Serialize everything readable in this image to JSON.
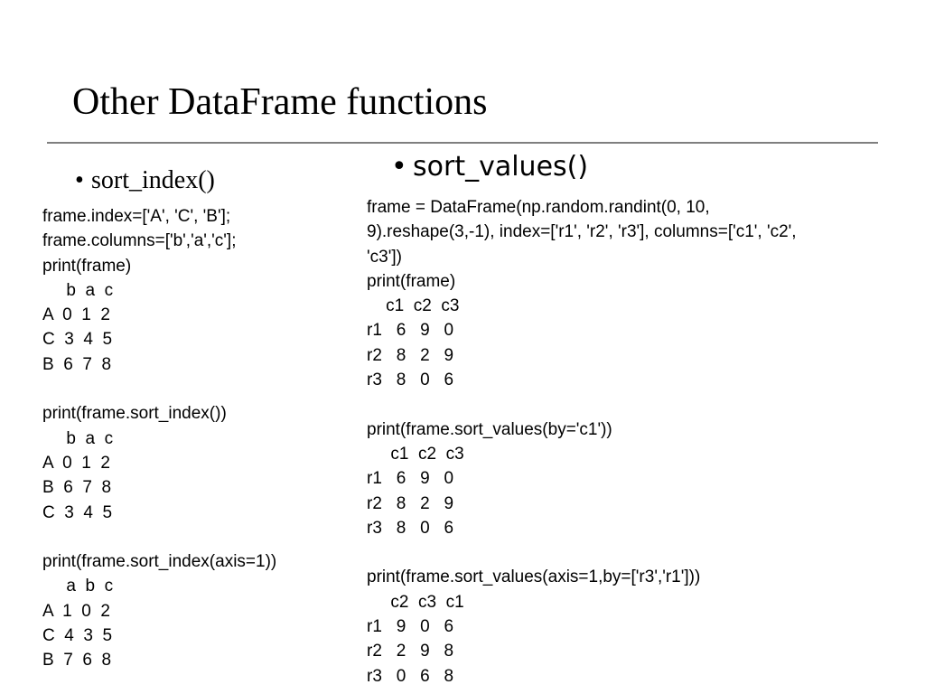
{
  "slide": {
    "title": "Other DataFrame functions",
    "left": {
      "bullet_marker": "•",
      "heading": "sort_index()",
      "code_lines": [
        "frame.index=['A', 'C', 'B'];",
        "frame.columns=['b','a','c'];",
        "print(frame)",
        "     b  a  c",
        "A  0  1  2",
        "C  3  4  5",
        "B  6  7  8",
        "",
        "print(frame.sort_index())",
        "     b  a  c",
        "A  0  1  2",
        "B  6  7  8",
        "C  3  4  5",
        "",
        "print(frame.sort_index(axis=1))",
        "     a  b  c",
        "A  1  0  2",
        "C  4  3  5",
        "B  7  6  8"
      ]
    },
    "right": {
      "bullet_marker": "•",
      "heading": "sort_values()",
      "code_lines": [
        "frame = DataFrame(np.random.randint(0, 10,",
        "9).reshape(3,-1), index=['r1', 'r2', 'r3'], columns=['c1', 'c2',",
        "'c3'])",
        "print(frame)",
        "    c1  c2  c3",
        "r1   6   9   0",
        "r2   8   2   9",
        "r3   8   0   6",
        "",
        "print(frame.sort_values(by='c1'))",
        "     c1  c2  c3",
        "r1   6   9   0",
        "r2   8   2   9",
        "r3   8   0   6",
        "",
        "print(frame.sort_values(axis=1,by=['r3','r1']))",
        "     c2  c3  c1",
        "r1   9   0   6",
        "r2   2   9   8",
        "r3   0   6   8"
      ]
    }
  }
}
